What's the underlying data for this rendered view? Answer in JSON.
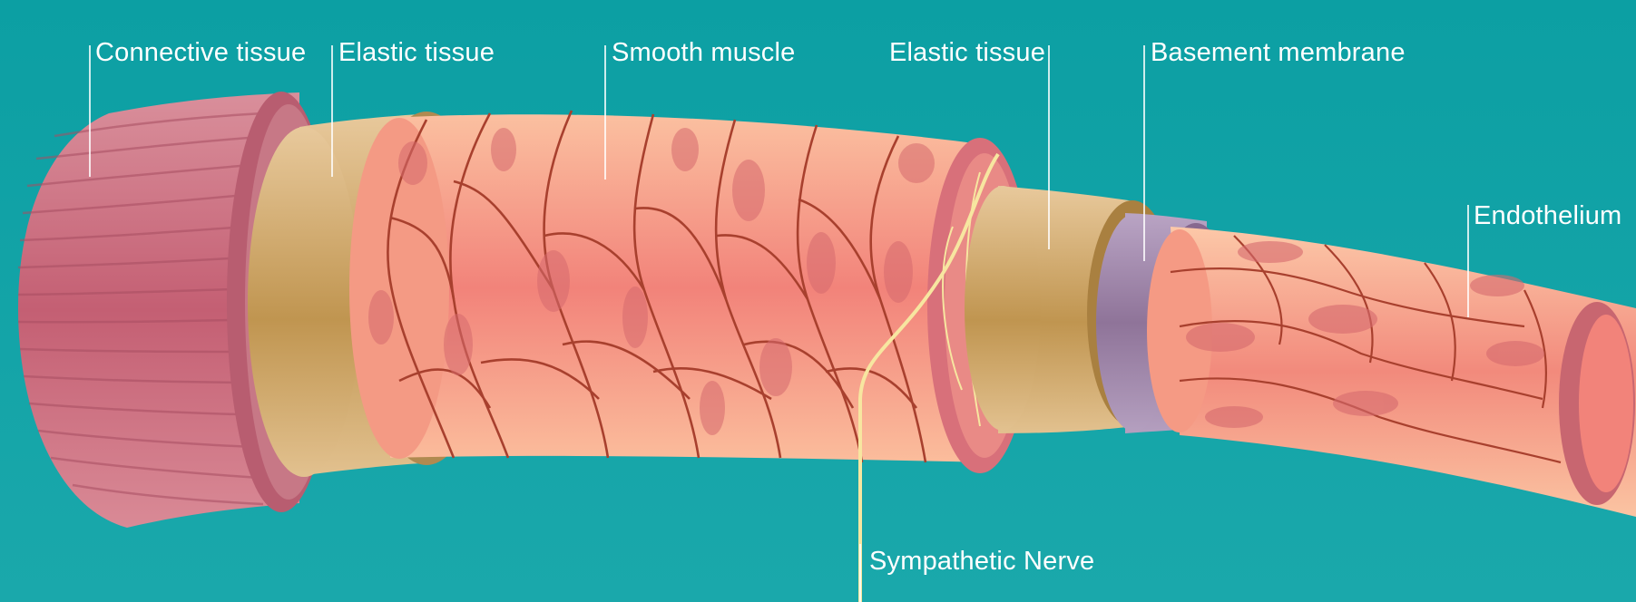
{
  "labels": {
    "connective_tissue": "Connective tissue",
    "elastic_tissue_outer": "Elastic tissue",
    "smooth_muscle": "Smooth muscle",
    "elastic_tissue_inner": "Elastic tissue",
    "basement_membrane": "Basement membrane",
    "endothelium": "Endothelium",
    "sympathetic_nerve": "Sympathetic Nerve"
  },
  "colors": {
    "background": "#0f9fa3",
    "connective_tissue": "#c9707f",
    "elastic_tissue": "#c9a062",
    "smooth_muscle": "#f2867a",
    "basement_membrane": "#9a7fa6",
    "endothelium": "#f59a84",
    "cell_outline": "#a8402e",
    "nerve": "#f7e6a0",
    "leader_line": "#ffffff"
  }
}
